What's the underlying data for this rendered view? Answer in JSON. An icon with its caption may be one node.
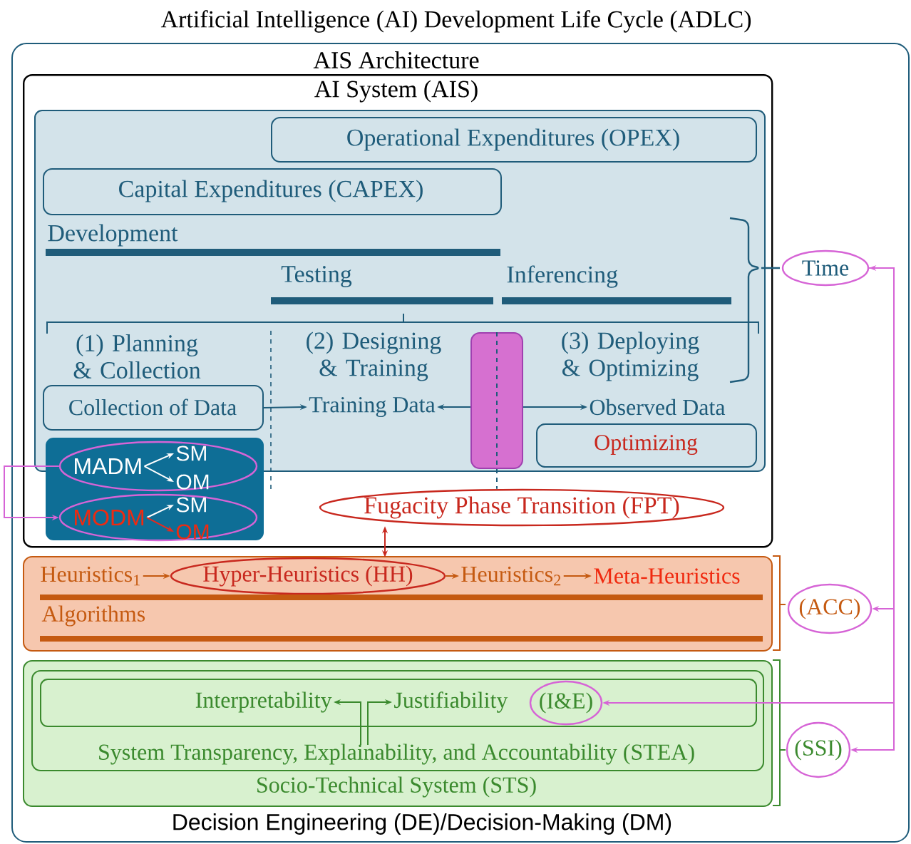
{
  "diagram": {
    "title": "Artificial Intelligence (AI) Development Life Cycle (ADLC)",
    "nodes": [
      {
        "text": [
          "AIS Architecture",
          "Decision Engineering (DE)/Decision-Making (DM)"
        ]
      },
      {
        "text": [
          "AI System (AIS)"
        ],
        "in": 0
      },
      {
        "text": [],
        "shape": "box",
        "in": 1
      },
      {
        "text": [
          "Operational Expenditures (OPEX)"
        ],
        "in": 2
      },
      {
        "text": [
          "Capital Expenditures (CAPEX)"
        ],
        "in": 2
      },
      {
        "text": [
          "Collection of Data"
        ],
        "in": 2
      },
      {
        "text": [
          "Training Data"
        ],
        "in": 2
      },
      {
        "text": [],
        "shape": "bar",
        "in": 2
      },
      {
        "text": [
          "Observed Data"
        ],
        "in": 2
      },
      {
        "text": [
          "Optimizing"
        ],
        "in": 2
      },
      {
        "text": [],
        "shape": "box",
        "in": 1
      },
      {
        "text": [],
        "shape": "ellipse",
        "in": 10
      },
      {
        "text": [
          "MADM"
        ],
        "in": 11
      },
      {
        "text": [
          "SM"
        ]
      },
      {
        "text": [
          "OM"
        ],
        "in": 11
      },
      {
        "text": [],
        "shape": "ellipse",
        "in": 10
      },
      {
        "text": [
          "MODM"
        ],
        "in": 15
      },
      {
        "text": [
          "SM"
        ],
        "in": 15
      },
      {
        "text": [
          "OM"
        ],
        "in": 15
      },
      {
        "text": [
          "Fugacity Phase Transition (FPT)"
        ],
        "in": 1
      },
      {
        "text": [
          "Time"
        ],
        "in": 0
      },
      {
        "text": [
          "Algorithms"
        ],
        "in": 0
      },
      {
        "text": [
          "Heuristics$_{1}$"
        ],
        "in": 21
      },
      {
        "text": [
          "Hyper-Heuristics (HH)"
        ],
        "in": 21
      },
      {
        "text": [
          "Heuristics$_{2}$"
        ],
        "in": 21
      },
      {
        "text": [
          "Meta-Heuristics"
        ],
        "in": 21
      },
      {
        "text": [
          "(ACC)"
        ],
        "in": 0
      },
      {
        "text": [
          "Socio-Technical System (STS)"
        ],
        "in": 0
      },
      {
        "text": [
          "System Transparency, Explainability, and Accountability (STEA)"
        ],
        "in": 27
      },
      {
        "text": [],
        "shape": "box",
        "in": 28
      },
      {
        "text": [
          "Interpretability"
        ],
        "in": 29
      },
      {
        "text": [
          "Justifiability"
        ],
        "in": 29
      },
      {
        "text": [
          "(I&E)"
        ],
        "in": 29
      },
      {
        "text": [
          "(SSI)"
        ],
        "in": 0
      }
    ],
    "edges": [
      {
        "from": 5,
        "to": 6,
        "arrow": "to"
      },
      {
        "from": 7,
        "to": 6,
        "arrow": "to"
      },
      {
        "from": 7,
        "to": 8,
        "arrow": "to"
      },
      {
        "from": 7,
        "to": 19,
        "arrow": "none",
        "style": "dashed"
      },
      {
        "from": 12,
        "to": 13,
        "arrow": "to",
        "color": "#ffffff"
      },
      {
        "from": 12,
        "to": 14,
        "arrow": "to",
        "color": "#ffffff"
      },
      {
        "from": 16,
        "to": 17,
        "arrow": "to",
        "color": "#ffffff"
      },
      {
        "from": 16,
        "to": 18,
        "arrow": "to",
        "color": "#e8291c"
      },
      {
        "from": 11,
        "to": 15,
        "arrow": "to",
        "color": "#d664d6"
      },
      {
        "from": 19,
        "to": 23,
        "arrow": "both",
        "color": "#c8281e"
      },
      {
        "from": 22,
        "to": 23,
        "arrow": "to",
        "color": "#c55a11"
      },
      {
        "from": 23,
        "to": 24,
        "arrow": "to",
        "color": "#c55a11"
      },
      {
        "from": 24,
        "to": 25,
        "arrow": "to",
        "color": "#c55a11"
      },
      {
        "from": 28,
        "to": 30,
        "arrow": "to",
        "color": "#3b8a2e"
      },
      {
        "from": 28,
        "to": 31,
        "arrow": "to",
        "color": "#3b8a2e"
      },
      {
        "from": 20,
        "to": 26,
        "arrow": "both",
        "color": "#d664d6"
      },
      {
        "from": 20,
        "to": 32,
        "arrow": "to",
        "color": "#d664d6"
      },
      {
        "from": 20,
        "to": 33,
        "arrow": "to",
        "color": "#d664d6"
      }
    ],
    "labels": [
      "Development",
      "Testing",
      "Inferencing",
      "(1) Planning & Collection",
      "(2) Designing & Training",
      "(3) Deploying & Optimizing"
    ]
  }
}
